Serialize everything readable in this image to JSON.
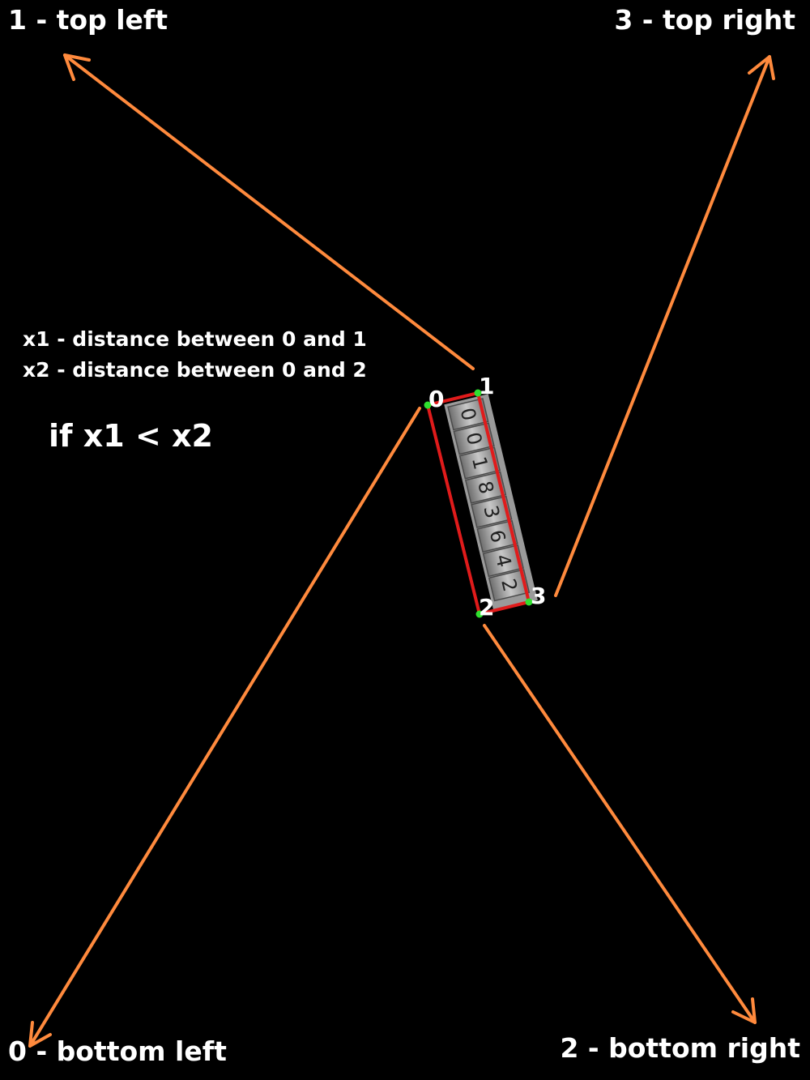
{
  "corners": {
    "top_left": "1 - top left",
    "top_right": "3 - top right",
    "bottom_left": "0 - bottom left",
    "bottom_right": "2 - bottom right"
  },
  "notes": {
    "x1": "x1 - distance between 0 and 1",
    "x2": "x2 - distance between 0 and 2",
    "condition": "if x1 < x2"
  },
  "points": {
    "p0": "0",
    "p1": "1",
    "p2": "2",
    "p3": "3"
  },
  "digits": [
    "0",
    "0",
    "1",
    "8",
    "3",
    "6",
    "4",
    "2"
  ],
  "colors": {
    "background": "#000000",
    "arrow": "#ff8a3d",
    "box": "#e01b1b",
    "corner_point": "#2fe02f",
    "text": "#ffffff"
  }
}
